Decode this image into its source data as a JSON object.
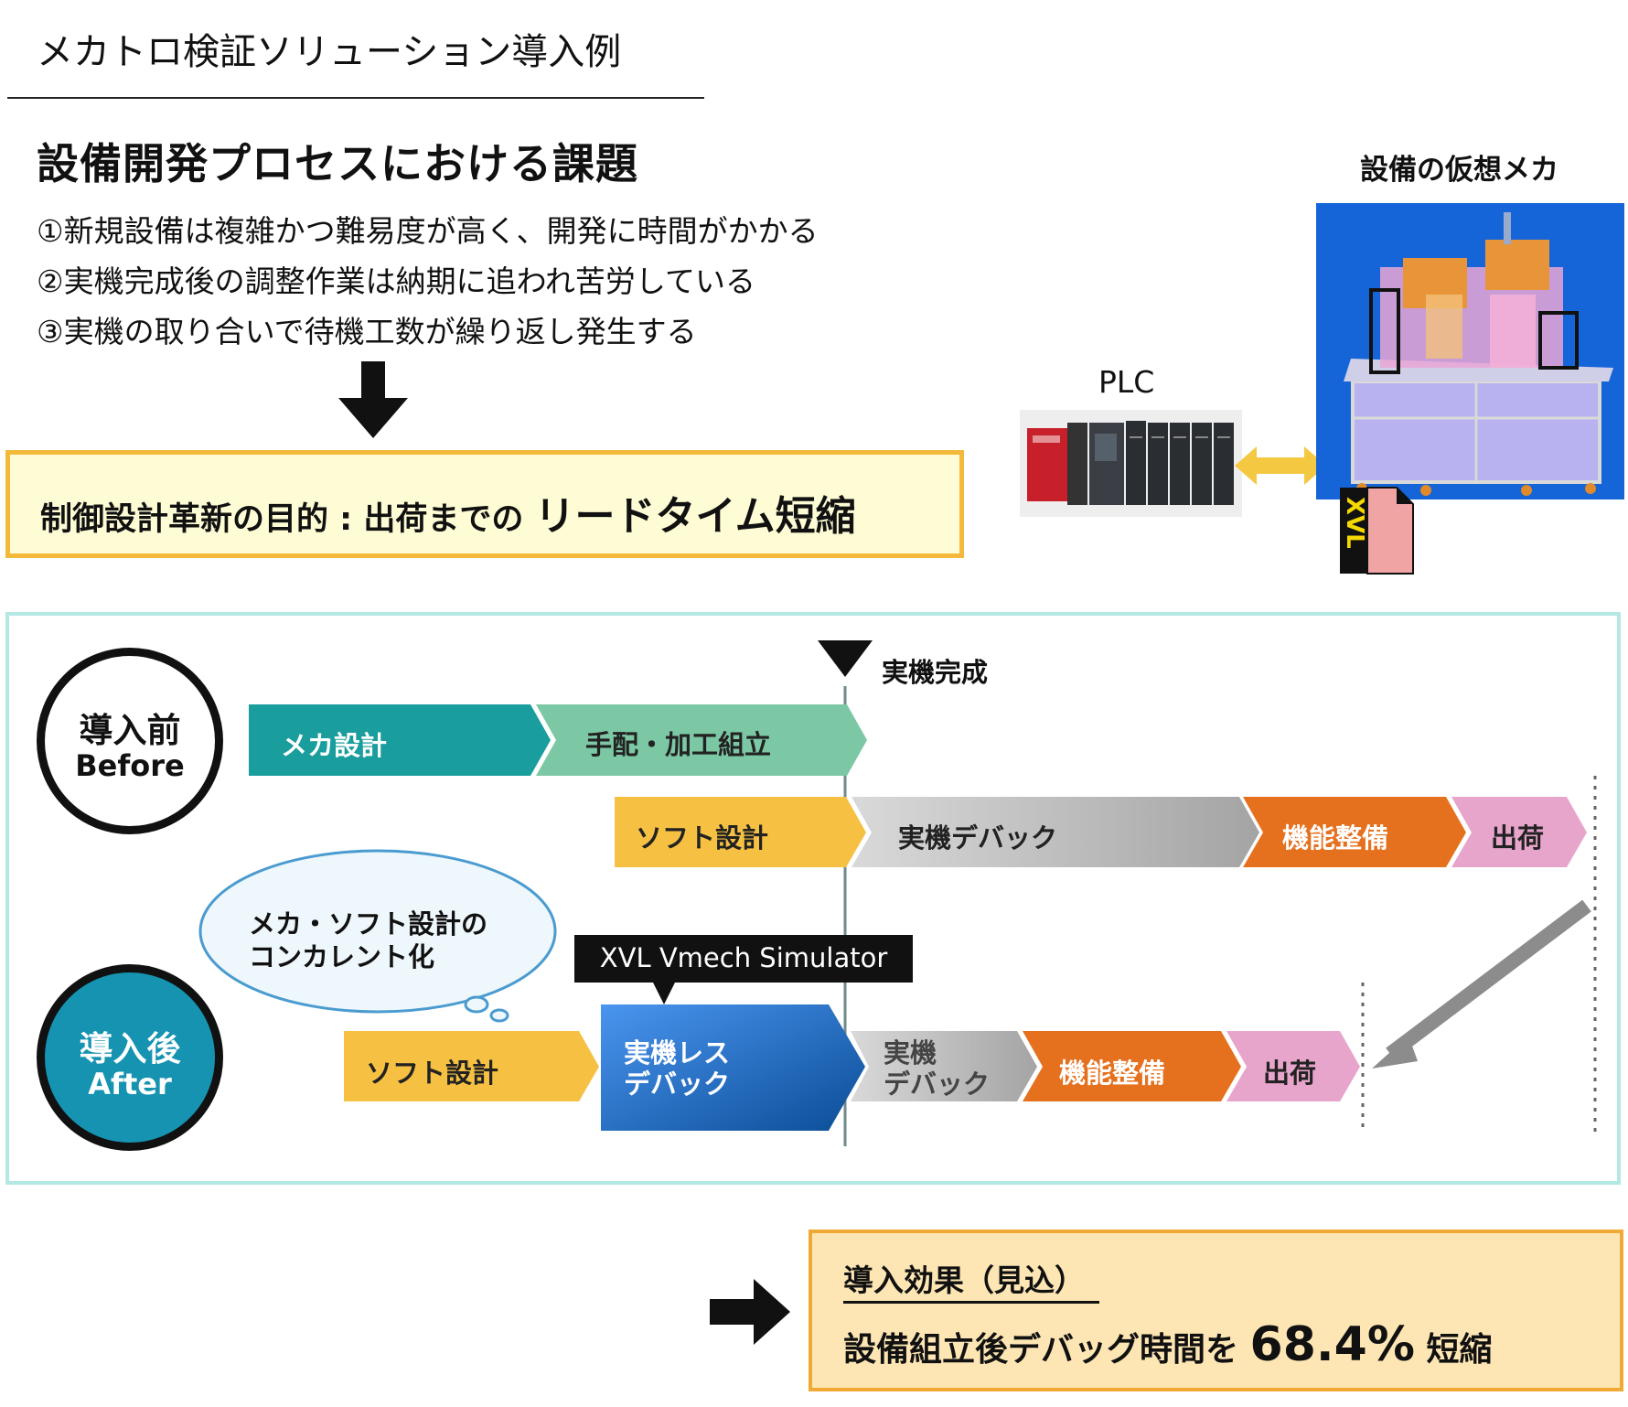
{
  "title": "メカトロ検証ソリューション導入例",
  "issues": {
    "heading": "設備開発プロセスにおける課題",
    "items": [
      "①新規設備は複雑かつ難易度が高く、開発に時間がかかる",
      "②実機完成後の調整作業は納期に追われ苦労している",
      "③実機の取り合いで待機工数が繰り返し発生する"
    ]
  },
  "goal": {
    "prefix": "制御設計革新の目的 : 出荷までの ",
    "emphasis": "リードタイム短縮"
  },
  "figure": {
    "mech_label": "設備の仮想メカ",
    "plc_label": "PLC",
    "file_badge": "XVL"
  },
  "timeline": {
    "milestone": "実機完成",
    "before": {
      "title": "導入前",
      "subtitle": "Before",
      "row1": [
        "メカ設計",
        "手配・加工組立"
      ],
      "row2": [
        "ソフト設計",
        "実機デバック",
        "機能整備",
        "出荷"
      ]
    },
    "after": {
      "title": "導入後",
      "subtitle": "After",
      "bubble": [
        "メカ・ソフト設計の",
        "コンカレント化"
      ],
      "tool": "XVL Vmech Simulator",
      "steps": [
        "ソフト設計",
        "実機レス",
        "デバック",
        "実機",
        "デバック",
        "機能整備",
        "出荷"
      ]
    }
  },
  "effect": {
    "heading": "導入効果（見込）",
    "text_before": "設備組立後デバッグ時間を ",
    "value": "68.4%",
    "text_after": " 短縮"
  },
  "colors": {
    "teal": "#1a9d9d",
    "mint": "#7cc8a4",
    "yellow": "#f6c143",
    "gray": "#b9b9b9",
    "orange": "#e5711f",
    "pink": "#e8a5cc",
    "blue": "#2f7fd9",
    "after_circle": "#1593b1"
  }
}
